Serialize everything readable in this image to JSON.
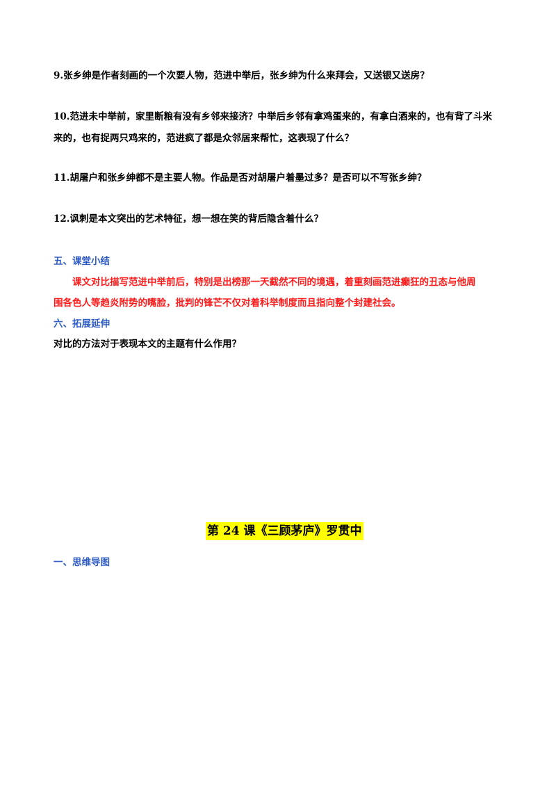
{
  "questions": {
    "q9": "9.张乡绅是作者刻画的一个次要人物，范进中举后，张乡绅为什么来拜会，又送银又送房？",
    "q10_line1": "10.范进未中举前，家里断粮有没有乡邻来接济？中举后乡邻有拿鸡蛋来的，有拿白酒来的，也有背了斗米",
    "q10_line2": "来的，也有捉两只鸡来的，范进疯了都是众邻居来帮忙，这表现了什么？",
    "q11": "11.胡屠户和张乡绅都不是主要人物。作品是否对胡屠户着墨过多？是否可以不写张乡绅？",
    "q12": "12.讽刺是本文突出的艺术特征，想一想在笑的背后隐含着什么？"
  },
  "section5": {
    "heading": "五、课堂小结",
    "summary_line1": "课文对比描写范进中举前后，特别是出榜那一天截然不同的境遇，着重刻画范进癫狂的丑态与他周",
    "summary_line2": "围各色人等趋炎附势的嘴脸，批判的锋芒不仅对着科举制度而且指向整个封建社会。"
  },
  "section6": {
    "heading": "六、拓展延伸",
    "question": "对比的方法对于表现本文的主题有什么作用？"
  },
  "lesson24": {
    "title": "第 24 课《三顾茅庐》罗贯中",
    "section1_heading": "一、思维导图"
  },
  "colors": {
    "heading_blue": "#2f5cc4",
    "summary_red": "#ff1a1a",
    "title_highlight": "#ffff00"
  }
}
